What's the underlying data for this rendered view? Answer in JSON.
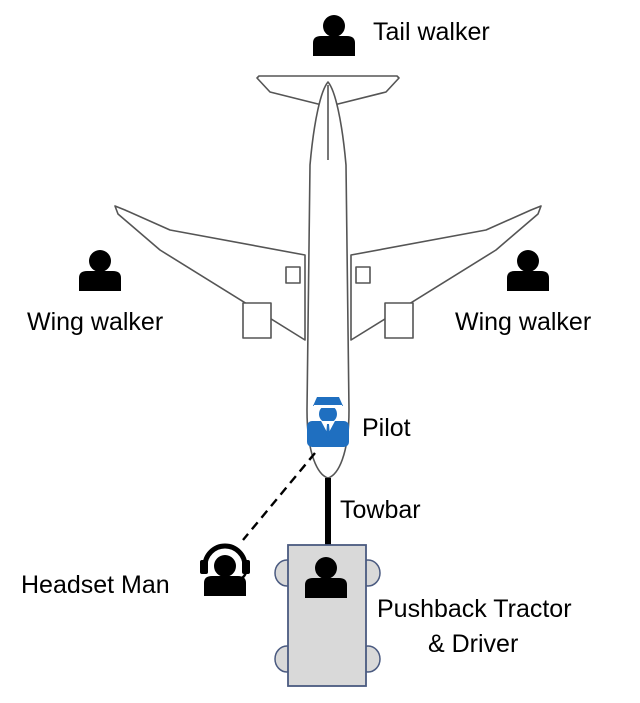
{
  "labels": {
    "tail_walker": "Tail walker",
    "wing_walker_left": "Wing walker",
    "wing_walker_right": "Wing walker",
    "pilot": "Pilot",
    "towbar": "Towbar",
    "headset_man": "Headset Man",
    "tractor_line1": "Pushback Tractor",
    "tractor_line2": "& Driver"
  },
  "colors": {
    "aircraft_outline": "#555555",
    "person": "#000000",
    "pilot": "#1f6fc0",
    "tractor_fill": "#d9d9d9",
    "tractor_stroke": "#4a5a80",
    "towbar": "#000000",
    "headset_link": "#000000"
  },
  "icons": {
    "tail_walker": "person-icon",
    "wing_walker_left": "person-icon",
    "wing_walker_right": "person-icon",
    "pilot": "pilot-icon",
    "headset_man": "headset-person-icon",
    "driver": "person-icon"
  }
}
